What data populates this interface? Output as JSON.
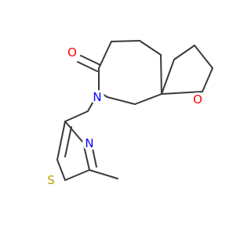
{
  "molecule": {
    "atoms": [
      {
        "label": "O",
        "color": "#ff0000"
      },
      {
        "label": "N",
        "color": "#0000ff"
      },
      {
        "label": "O",
        "color": "#ff0000"
      },
      {
        "label": "N",
        "color": "#0000ff"
      },
      {
        "label": "S",
        "color": "#b8a000"
      }
    ]
  }
}
